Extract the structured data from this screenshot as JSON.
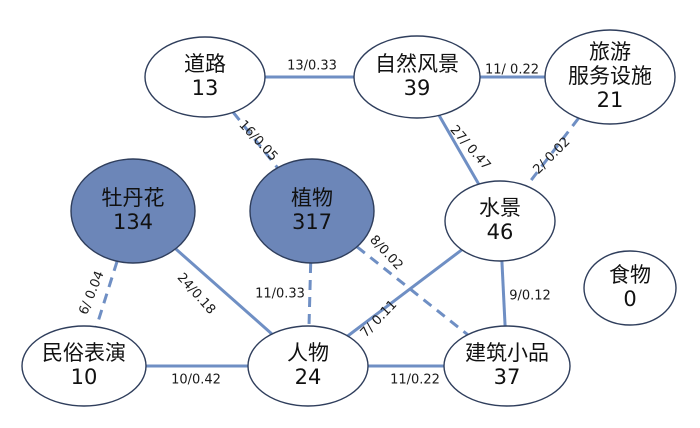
{
  "colors": {
    "edge": "#6f8fc4",
    "node_default_fill": "#ffffff",
    "node_highlight_fill": "#6c86b8"
  },
  "nodes": [
    {
      "id": "daolu",
      "name_lines": [
        "道路"
      ],
      "count": "13",
      "highlight": false
    },
    {
      "id": "ziranfengjing",
      "name_lines": [
        "自然风景"
      ],
      "count": "39",
      "highlight": false
    },
    {
      "id": "lvyou",
      "name_lines": [
        "旅游",
        "服务设施"
      ],
      "count": "21",
      "highlight": false
    },
    {
      "id": "mudanhua",
      "name_lines": [
        "牡丹花"
      ],
      "count": "134",
      "highlight": true
    },
    {
      "id": "zhiwu",
      "name_lines": [
        "植物"
      ],
      "count": "317",
      "highlight": true
    },
    {
      "id": "shuijing",
      "name_lines": [
        "水景"
      ],
      "count": "46",
      "highlight": false
    },
    {
      "id": "shiwu",
      "name_lines": [
        "食物"
      ],
      "count": "0",
      "highlight": false
    },
    {
      "id": "minsu",
      "name_lines": [
        "民俗表演"
      ],
      "count": "10",
      "highlight": false
    },
    {
      "id": "renwu",
      "name_lines": [
        "人物"
      ],
      "count": "24",
      "highlight": false
    },
    {
      "id": "jianzhu",
      "name_lines": [
        "建筑小品"
      ],
      "count": "37",
      "highlight": false
    }
  ],
  "edges": [
    {
      "from": "daolu",
      "to": "ziranfengjing",
      "label": "13/0.33",
      "style": "solid"
    },
    {
      "from": "ziranfengjing",
      "to": "lvyou",
      "label": "11/ 0.22",
      "style": "solid"
    },
    {
      "from": "daolu",
      "to": "zhiwu",
      "label": "16/0.05",
      "style": "dashed"
    },
    {
      "from": "ziranfengjing",
      "to": "shuijing",
      "label": "27/ 0.47",
      "style": "solid"
    },
    {
      "from": "lvyou",
      "to": "shuijing",
      "label": "2/ 0.02",
      "style": "dashed"
    },
    {
      "from": "zhiwu",
      "to": "jianzhu",
      "label": "8/0.02",
      "style": "dashed"
    },
    {
      "from": "zhiwu",
      "to": "renwu",
      "label": "11/0.33",
      "style": "dashed"
    },
    {
      "from": "mudanhua",
      "to": "renwu",
      "label": "24/0.18",
      "style": "solid"
    },
    {
      "from": "mudanhua",
      "to": "minsu",
      "label": "6/ 0.04",
      "style": "dashed"
    },
    {
      "from": "shuijing",
      "to": "renwu",
      "label": "7/ 0.11",
      "style": "solid"
    },
    {
      "from": "shuijing",
      "to": "jianzhu",
      "label": "9/0.12",
      "style": "solid"
    },
    {
      "from": "minsu",
      "to": "renwu",
      "label": "10/0.42",
      "style": "solid"
    },
    {
      "from": "renwu",
      "to": "jianzhu",
      "label": "11/0.22",
      "style": "solid"
    }
  ]
}
